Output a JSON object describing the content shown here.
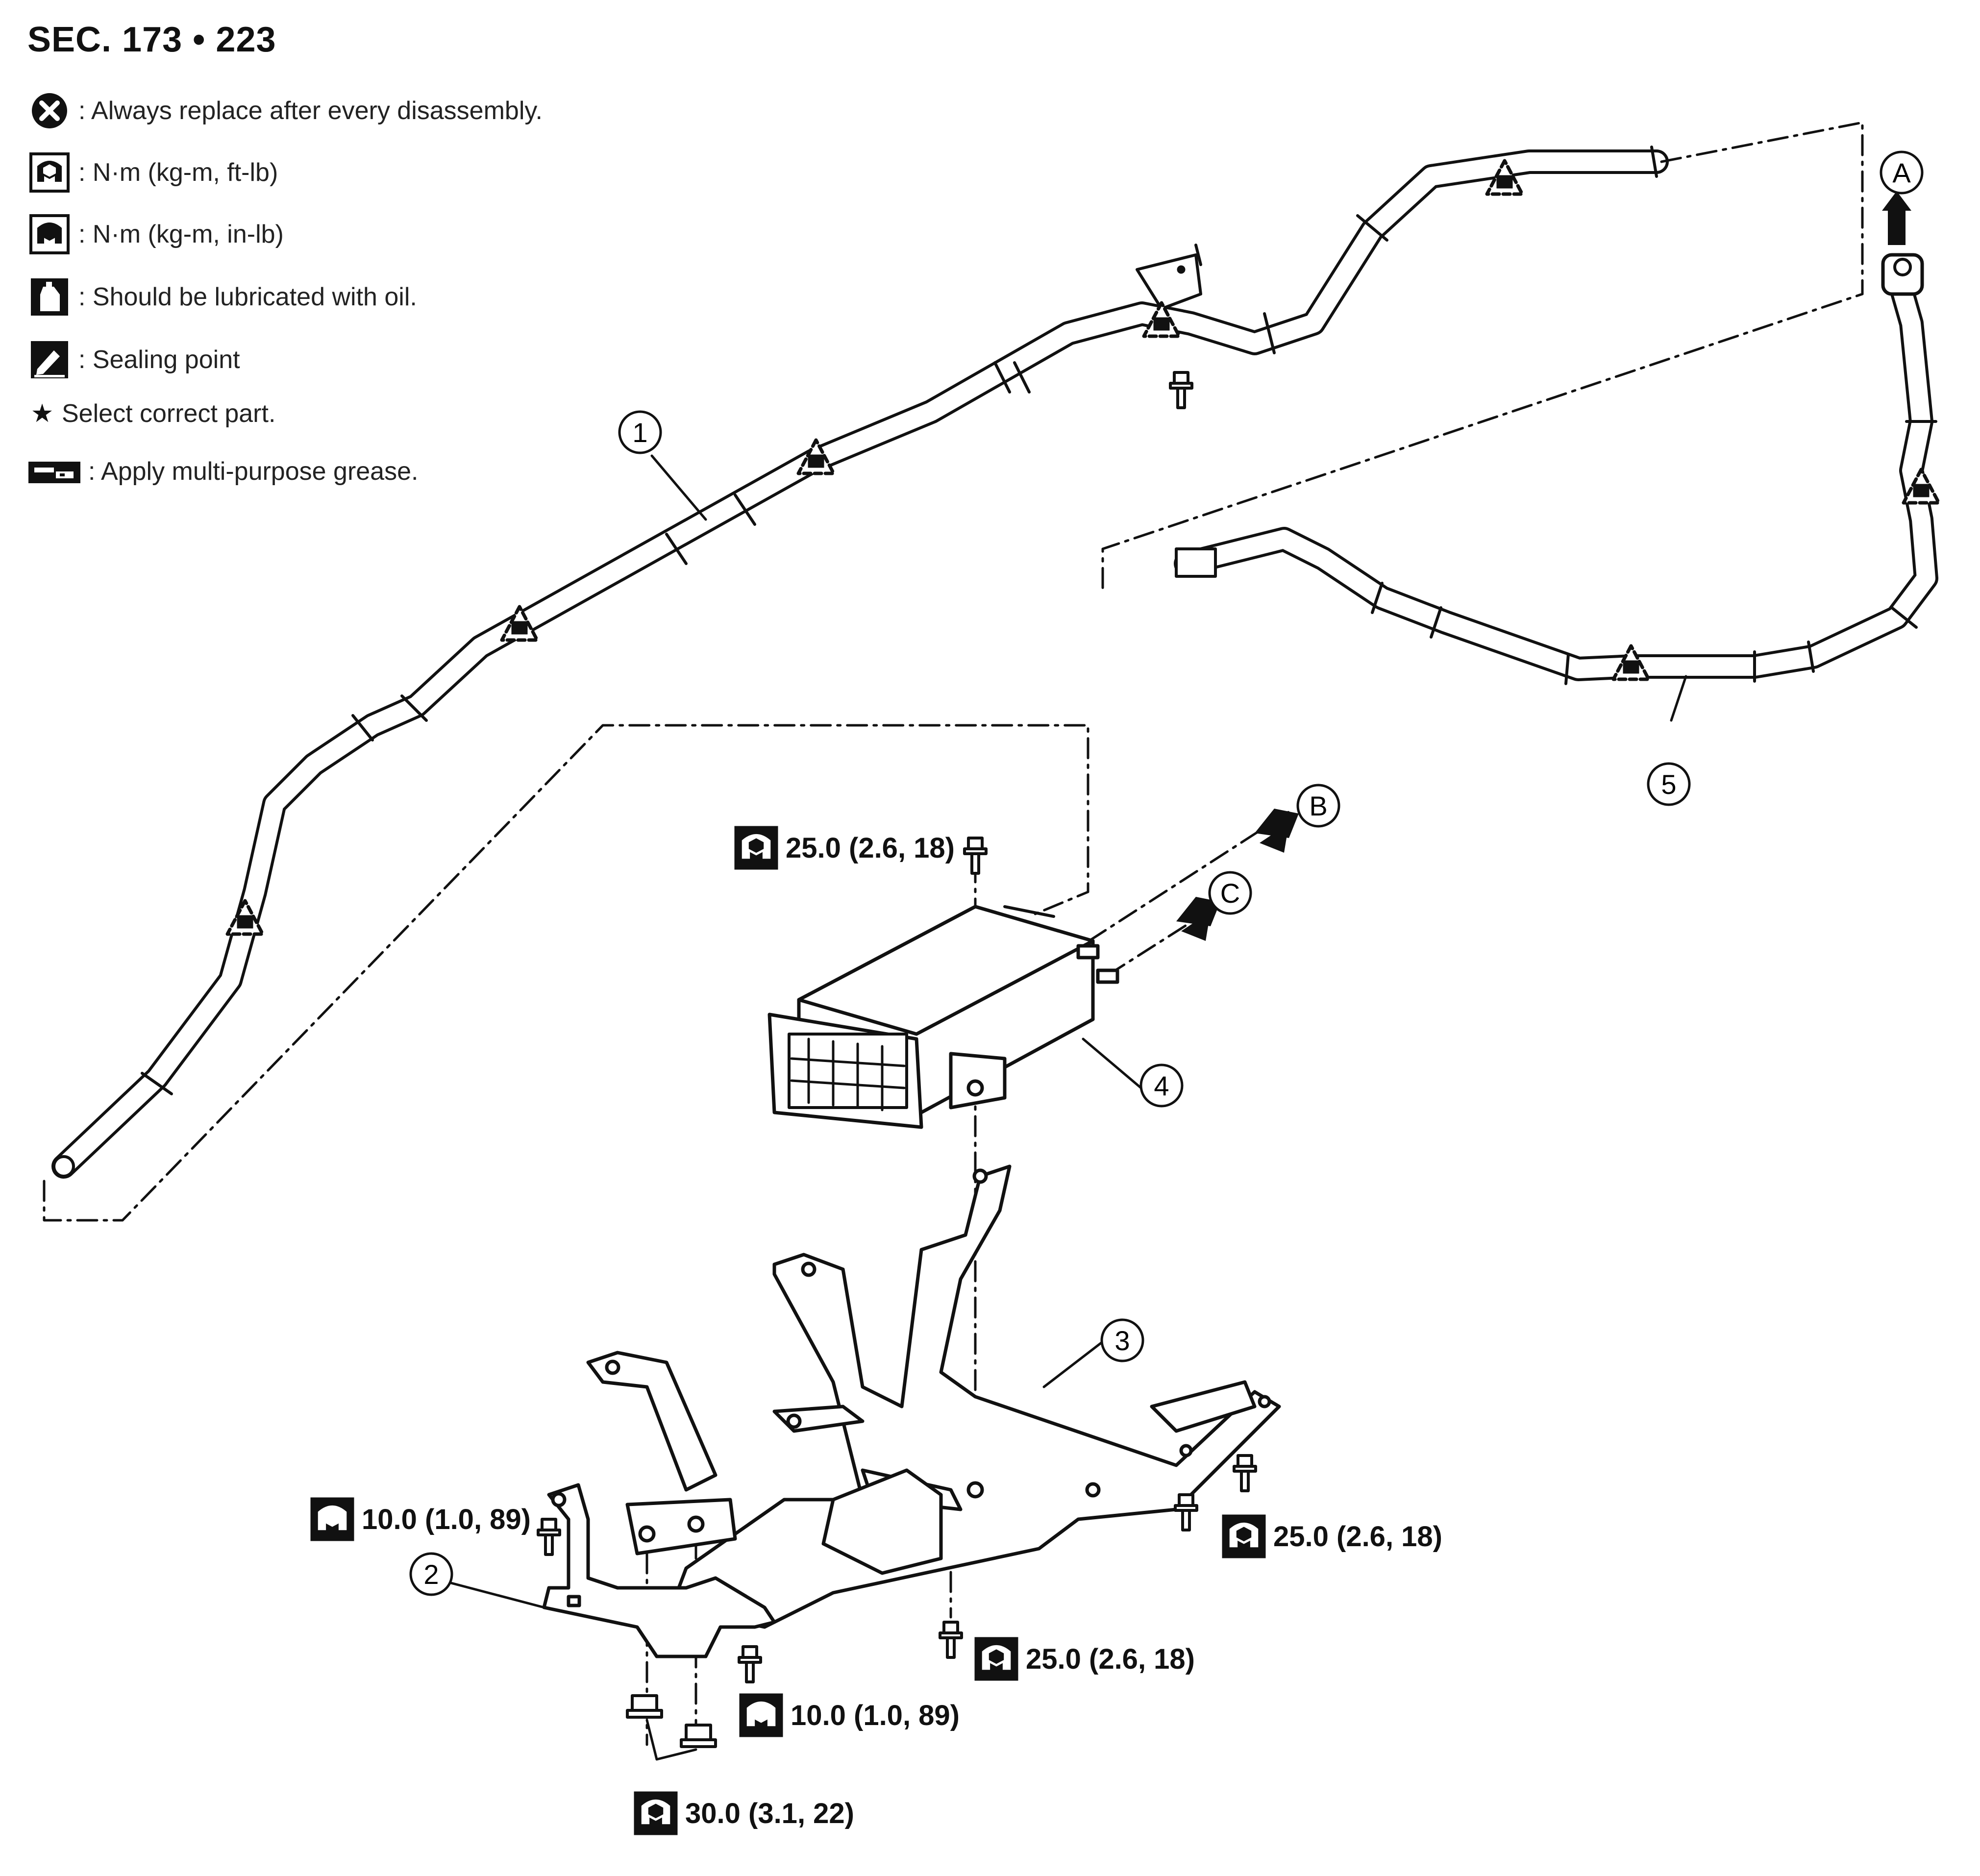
{
  "section": "SEC. 173 • 223",
  "legend": [
    {
      "icon": "always-replace-icon",
      "text": ": Always replace after every disassembly."
    },
    {
      "icon": "torque-ftlb-icon",
      "text": ": N·m (kg-m, ft-lb)"
    },
    {
      "icon": "torque-inlb-icon",
      "text": ": N·m (kg-m, in-lb)"
    },
    {
      "icon": "oil-can-icon",
      "text": ": Should be lubricated with oil."
    },
    {
      "icon": "sealing-point-icon",
      "text": ": Sealing point"
    },
    {
      "icon": "star-icon",
      "symbol": "★",
      "text": "Select correct part."
    },
    {
      "icon": "grease-icon",
      "text": ": Apply multi-purpose grease."
    }
  ],
  "callouts": [
    "1",
    "2",
    "3",
    "4",
    "5"
  ],
  "refs": [
    "A",
    "B",
    "C"
  ],
  "torques": [
    {
      "text": "25.0 (2.6, 18)",
      "icon": "torque-ftlb-icon"
    },
    {
      "text": "25.0 (2.6, 18)",
      "icon": "torque-ftlb-icon"
    },
    {
      "text": "25.0 (2.6, 18)",
      "icon": "torque-ftlb-icon"
    },
    {
      "text": "10.0 (1.0, 89)",
      "icon": "torque-inlb-icon"
    },
    {
      "text": "10.0 (1.0, 89)",
      "icon": "torque-inlb-icon"
    },
    {
      "text": "30.0 (3.1, 22)",
      "icon": "torque-ftlb-icon"
    }
  ]
}
